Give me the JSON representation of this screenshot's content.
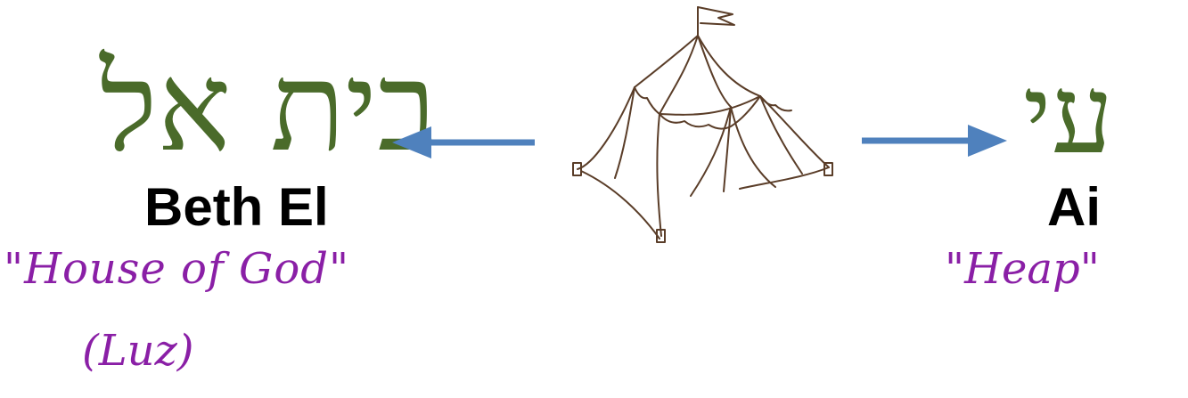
{
  "colors": {
    "hebrew": "#4a6b2a",
    "english": "#000000",
    "handwriting": "#8a1fa6",
    "arrow": "#4f81bd",
    "tent_stroke": "#5a3d28"
  },
  "left": {
    "hebrew": "בית אל",
    "name": "Beth El",
    "meaning": "\"House of God\"",
    "alt_name": "(Luz)"
  },
  "right": {
    "hebrew": "עי",
    "name": "Ai",
    "meaning": "\"Heap\""
  },
  "icons": {
    "center": "tent-icon",
    "left_arrow": "arrow-left-icon",
    "right_arrow": "arrow-right-icon"
  }
}
